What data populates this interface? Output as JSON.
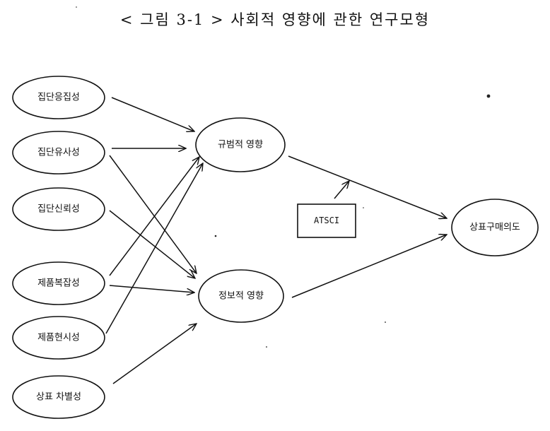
{
  "title": "< 그림 3-1 >  사회적 영향에 관한 연구모형",
  "nodes": [
    {
      "id": "group-cohesion",
      "label": "집단응집성"
    },
    {
      "id": "group-similarity",
      "label": "집단유사성"
    },
    {
      "id": "group-trust",
      "label": "집단신뢰성"
    },
    {
      "id": "product-complexity",
      "label": "제품복잡성"
    },
    {
      "id": "product-visibility",
      "label": "제품현시성"
    },
    {
      "id": "brand-differentiation",
      "label": "상표 차별성"
    },
    {
      "id": "normative-influence",
      "label": "규범적 영향"
    },
    {
      "id": "informational-influence",
      "label": "정보적 영향"
    },
    {
      "id": "atsci",
      "label": "ATSCI"
    },
    {
      "id": "purchase-intention",
      "label": "상표구매의도"
    }
  ],
  "edges": [
    {
      "from": "group-cohesion",
      "to": "normative-influence"
    },
    {
      "from": "group-similarity",
      "to": "normative-influence"
    },
    {
      "from": "group-similarity",
      "to": "informational-influence"
    },
    {
      "from": "group-trust",
      "to": "informational-influence"
    },
    {
      "from": "product-complexity",
      "to": "normative-influence"
    },
    {
      "from": "product-complexity",
      "to": "informational-influence"
    },
    {
      "from": "product-visibility",
      "to": "normative-influence"
    },
    {
      "from": "brand-differentiation",
      "to": "informational-influence"
    },
    {
      "from": "normative-influence",
      "to": "purchase-intention"
    },
    {
      "from": "informational-influence",
      "to": "purchase-intention"
    },
    {
      "from": "atsci",
      "to": "normative-to-purchase-link"
    }
  ]
}
